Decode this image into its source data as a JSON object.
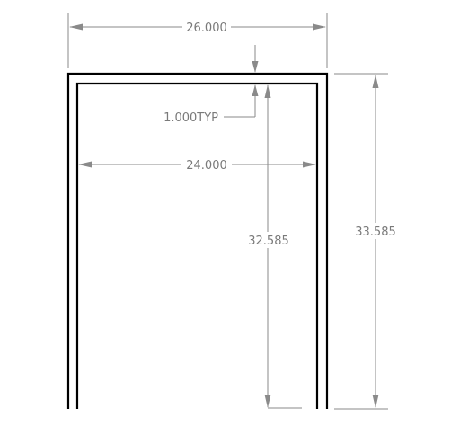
{
  "dimensions": {
    "overall_width": "26.000",
    "thickness": "1.000TYP",
    "inner_width": "24.000",
    "inner_height": "32.585",
    "overall_height": "33.585"
  },
  "colors": {
    "outline": "#000000",
    "dimension_line": "#8a8a8a",
    "dimension_text": "#7a7a7a",
    "background": "#ffffff"
  }
}
